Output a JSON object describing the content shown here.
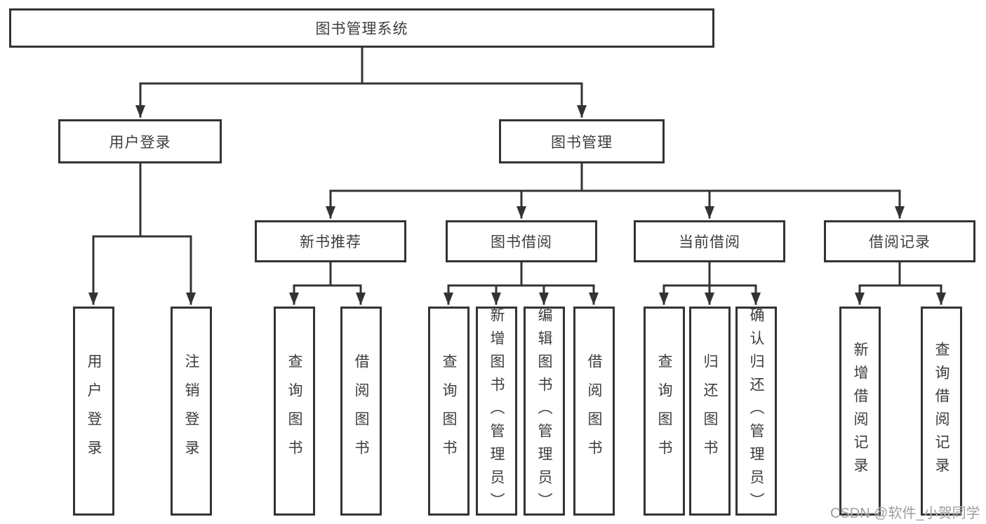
{
  "tree": {
    "root": "图书管理系统",
    "login": {
      "label": "用户登录",
      "children": [
        "用户登录",
        "注销登录"
      ]
    },
    "management": {
      "label": "图书管理",
      "groups": [
        {
          "label": "新书推荐",
          "children": [
            "查询图书",
            "借阅图书"
          ]
        },
        {
          "label": "图书借阅",
          "children": [
            "查询图书",
            "新增图书（管理员）",
            "编辑图书（管理员）",
            "借阅图书"
          ]
        },
        {
          "label": "当前借阅",
          "children": [
            "查询图书",
            "归还图书",
            "确认归还（管理员）"
          ]
        },
        {
          "label": "借阅记录",
          "children": [
            "新增借阅记录",
            "查询借阅记录"
          ]
        }
      ]
    }
  },
  "watermark": "CSDN @软件_小贺同学",
  "colors": {
    "line": "#333333",
    "box_border": "#333333",
    "text": "#3d3d3d",
    "watermark": "#9e9e9e",
    "background": "#ffffff"
  }
}
